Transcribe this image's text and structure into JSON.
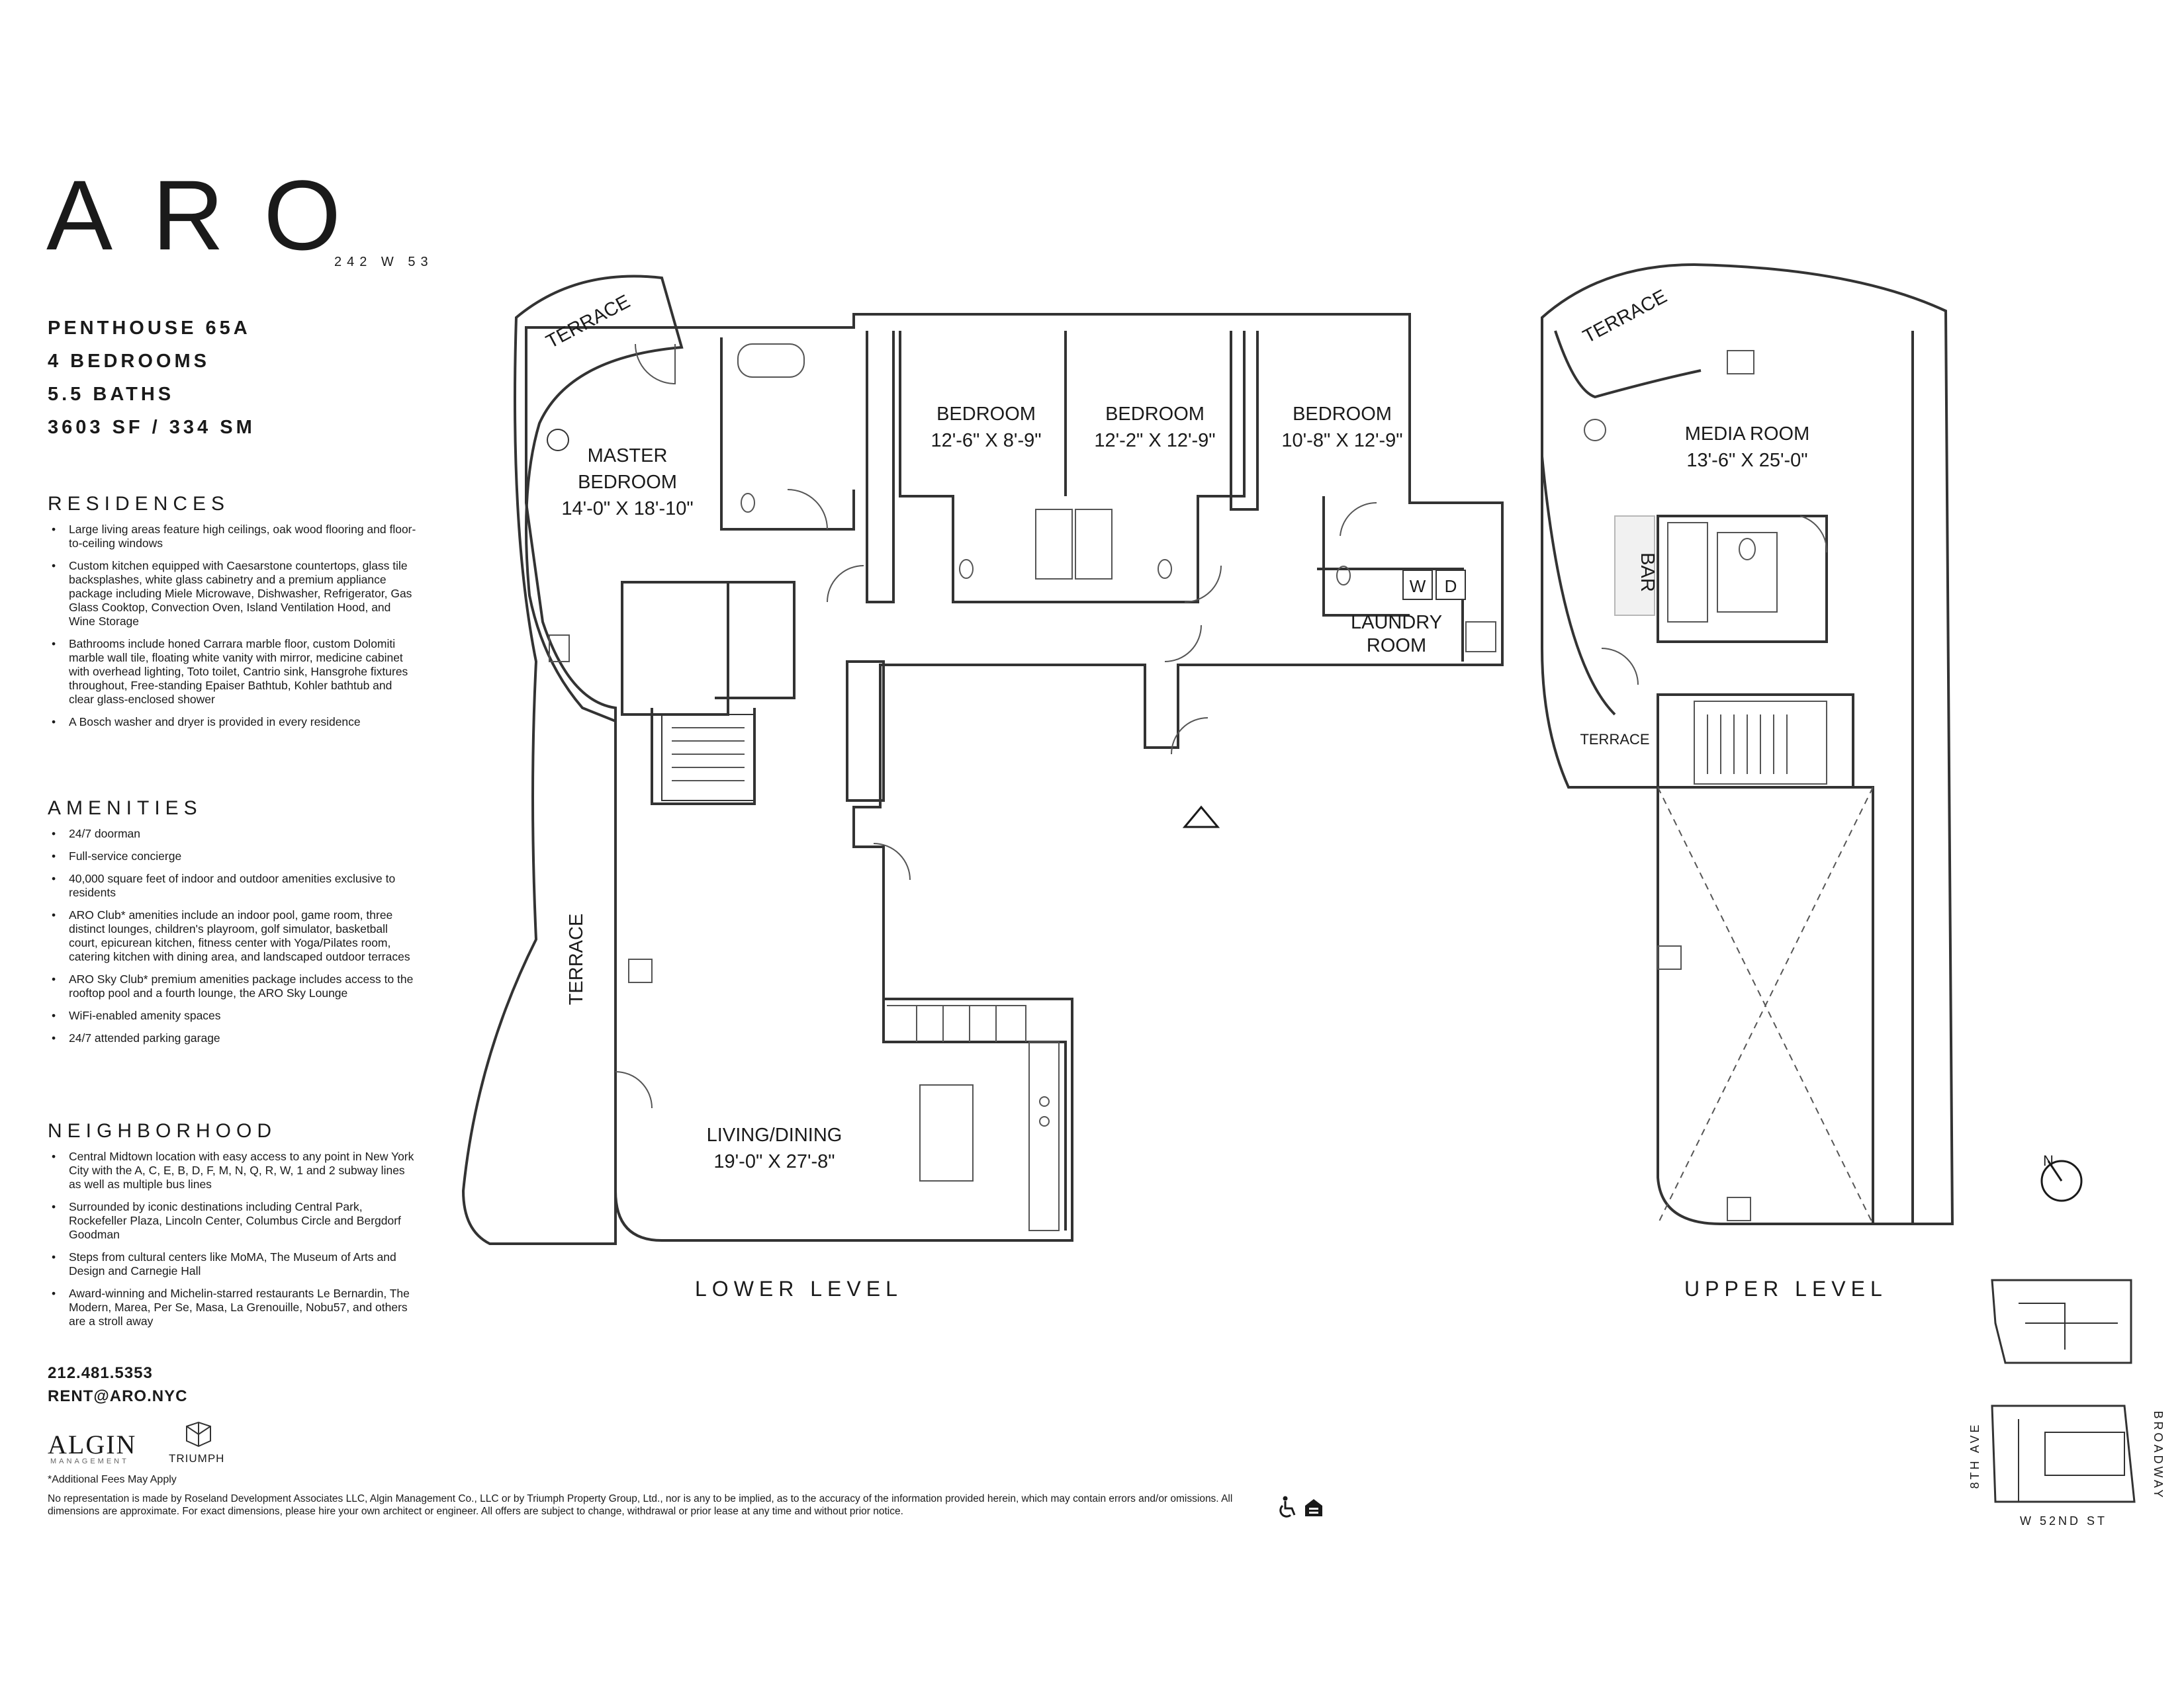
{
  "brand": {
    "logo": "ARO",
    "address": "242 W 53"
  },
  "unit": {
    "name": "PENTHOUSE 65A",
    "bedrooms": "4 BEDROOMS",
    "baths": "5.5 BATHS",
    "size": "3603 SF / 334 SM"
  },
  "sections": {
    "residences": {
      "title": "RESIDENCES",
      "items": [
        "Large living areas feature high ceilings, oak wood flooring and floor-to-ceiling windows",
        "Custom kitchen equipped with Caesarstone countertops, glass tile backsplashes, white glass cabinetry and a premium appliance package including Miele Microwave, Dishwasher, Refrigerator, Gas Glass Cooktop, Convection Oven, Island Ventilation Hood, and Wine Storage",
        "Bathrooms include honed Carrara marble floor, custom Dolomiti marble wall tile, floating white vanity with mirror, medicine cabinet with overhead lighting, Toto toilet, Cantrio sink, Hansgrohe fixtures throughout, Free-standing Epaiser Bathtub, Kohler bathtub and clear glass-enclosed shower",
        "A Bosch washer and dryer is provided in every residence"
      ]
    },
    "amenities": {
      "title": "AMENITIES",
      "items": [
        "24/7 doorman",
        "Full-service concierge",
        "40,000 square feet of indoor and outdoor amenities exclusive to residents",
        "ARO Club* amenities include an indoor pool, game room, three distinct lounges, children's playroom, golf simulator, basketball court, epicurean kitchen, fitness center with Yoga/Pilates room, catering kitchen with dining area, and landscaped outdoor terraces",
        "ARO Sky Club* premium amenities package includes access to the rooftop pool and a fourth lounge, the ARO Sky Lounge",
        "WiFi-enabled amenity spaces",
        "24/7 attended parking garage"
      ]
    },
    "neighborhood": {
      "title": "NEIGHBORHOOD",
      "items": [
        "Central Midtown location with easy access to any point in New York City with the A, C, E, B, D, F, M, N, Q, R, W, 1 and 2 subway lines as well as multiple bus lines",
        "Surrounded by iconic destinations including Central Park, Rockefeller Plaza, Lincoln Center, Columbus Circle and Bergdorf Goodman",
        "Steps from cultural centers like MoMA, The Museum of Arts and Design and Carnegie Hall",
        "Award-winning and Michelin-starred restaurants Le Bernardin, The Modern, Marea, Per Se, Masa, La Grenouille, Nobu57, and others are a stroll away"
      ]
    }
  },
  "contact": {
    "phone": "212.481.5353",
    "email": "RENT@ARO.NYC"
  },
  "partners": {
    "algin": "ALGIN",
    "algin_sub": "MANAGEMENT",
    "triumph": "TRIUMPH"
  },
  "footer": {
    "fees": "*Additional Fees May Apply",
    "disclaimer": "No representation is made by Roseland Development Associates LLC, Algin Management Co., LLC or by Triumph Property Group, Ltd., nor is any to be implied, as to the accuracy of the information provided herein, which may contain errors and/or omissions. All dimensions are approximate. For exact dimensions, please hire your own architect or engineer.  All offers are subject to change, withdrawal or prior lease at any time and without prior notice."
  },
  "plan": {
    "lower_label": "LOWER LEVEL",
    "upper_label": "UPPER LEVEL",
    "lower": {
      "terrace_top": "TERRACE",
      "terrace_side": "TERRACE",
      "master_1": "MASTER",
      "master_2": "BEDROOM",
      "master_dim": "14'-0\" X 18'-10\"",
      "bed1": "BEDROOM",
      "bed1_dim": "12'-6\" X 8'-9\"",
      "bed2": "BEDROOM",
      "bed2_dim": "12'-2\" X 12'-9\"",
      "bed3": "BEDROOM",
      "bed3_dim": "10'-8\" X 12'-9\"",
      "laundry_1": "LAUNDRY",
      "laundry_2": "ROOM",
      "washer": "W",
      "dryer": "D",
      "living": "LIVING/DINING",
      "living_dim": "19'-0\" X 27'-8\""
    },
    "upper": {
      "terrace_top": "TERRACE",
      "terrace_side": "TERRACE",
      "media": "MEDIA ROOM",
      "media_dim": "13'-6\" X 25'-0\"",
      "bar": "BAR"
    },
    "compass": "N",
    "keyplan": {
      "avenue": "8TH AVE",
      "broadway": "BROADWAY",
      "street": "W 52ND ST"
    }
  }
}
